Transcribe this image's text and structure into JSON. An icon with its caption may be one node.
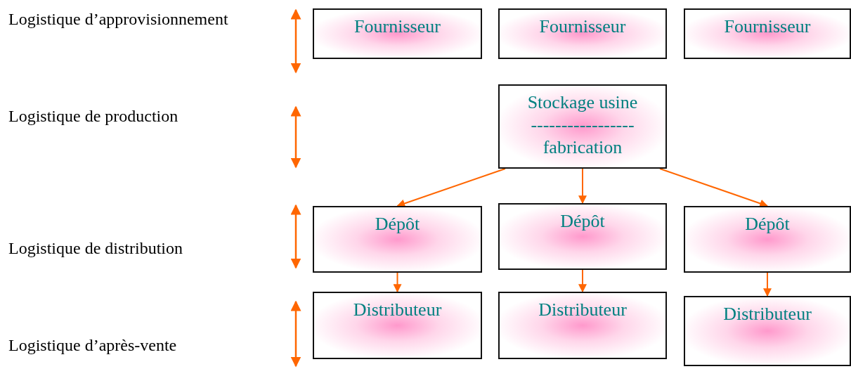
{
  "diagram": {
    "nodes": [
      {
        "text": [
          "Fournisseur"
        ]
      },
      {
        "text": [
          "Fournisseur"
        ]
      },
      {
        "text": [
          "Fournisseur"
        ]
      },
      {
        "text": [
          "Stockage usine",
          "-----------------",
          "fabrication"
        ]
      },
      {
        "text": [
          "Dépôt"
        ]
      },
      {
        "text": [
          "Dépôt"
        ]
      },
      {
        "text": [
          "Dépôt"
        ]
      },
      {
        "text": [
          "Distributeur"
        ]
      },
      {
        "text": [
          "Distributeur"
        ]
      },
      {
        "text": [
          "Distributeur"
        ]
      }
    ],
    "edges": [
      {
        "from": 3,
        "to": 4,
        "arrow": "to"
      },
      {
        "from": 3,
        "to": 5,
        "arrow": "to"
      },
      {
        "from": 3,
        "to": 6,
        "arrow": "to"
      },
      {
        "from": 4,
        "to": 7,
        "arrow": "to"
      },
      {
        "from": 5,
        "to": 8,
        "arrow": "to"
      },
      {
        "from": 6,
        "to": 9,
        "arrow": "to"
      }
    ],
    "labels": [
      "Logistique d’approvisionnement",
      "Logistique de production",
      "Logistique de distribution",
      "Logistique d’après-vente"
    ]
  }
}
